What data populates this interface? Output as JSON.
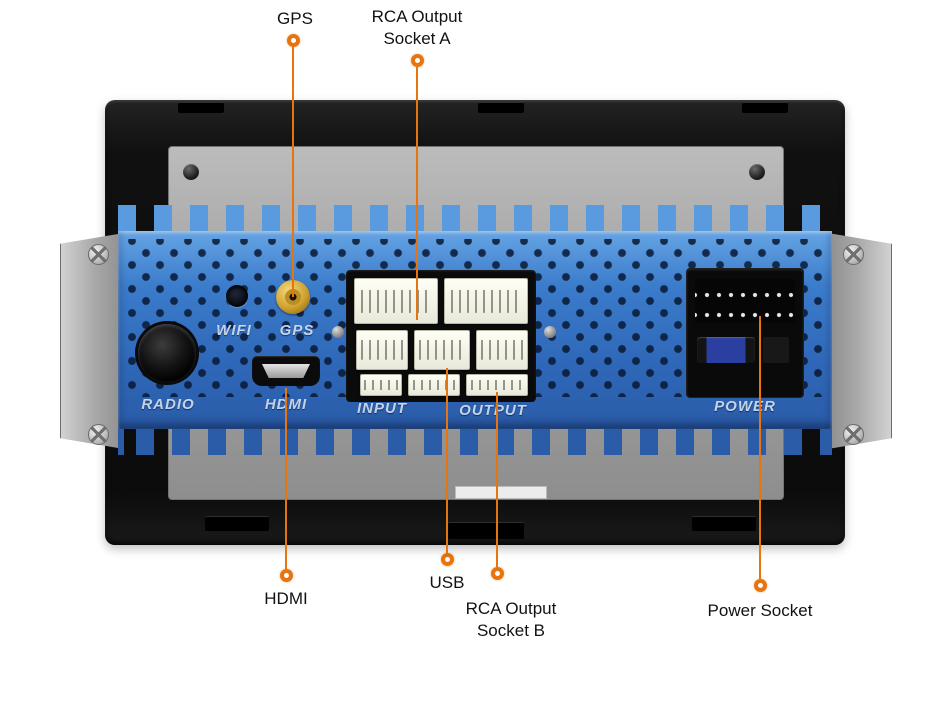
{
  "colors": {
    "accent": "#e6750f",
    "heatsink_blue": "#3b7ccb",
    "frame_black": "#141414",
    "metal_gray": "#a3a3a3",
    "gps_gold": "#cfa12e"
  },
  "callouts": {
    "gps": "GPS",
    "rca_a": "RCA Output\nSocket A",
    "hdmi": "HDMI",
    "usb": "USB",
    "rca_b": "RCA Output\nSocket B",
    "power": "Power Socket"
  },
  "panel_prints": {
    "radio": "RADIO",
    "wifi": "WIFI",
    "gps": "GPS",
    "hdmi": "HDMI",
    "input": "INPUT",
    "output": "OUTPUT",
    "power": "POWER"
  }
}
